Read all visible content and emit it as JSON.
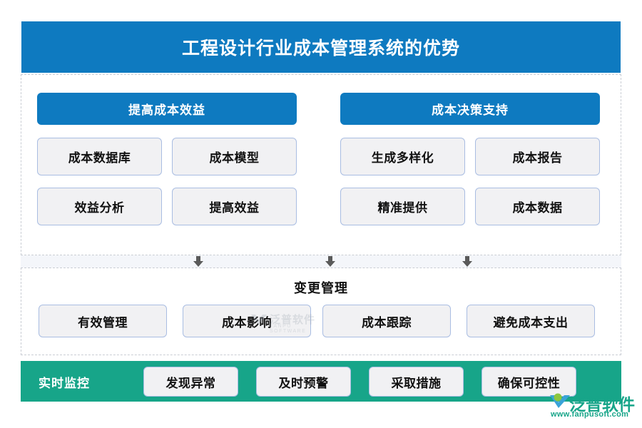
{
  "header": {
    "title": "工程设计行业成本管理系统的优势",
    "bg_color": "#0e7ac0",
    "text_color": "#ffffff"
  },
  "top_section": {
    "columns": [
      {
        "header": "提高成本效益",
        "cards": [
          "成本数据库",
          "成本模型",
          "效益分析",
          "提高效益"
        ]
      },
      {
        "header": "成本决策支持",
        "cards": [
          "生成多样化",
          "成本报告",
          "精准提供",
          "成本数据"
        ]
      }
    ]
  },
  "connector": {
    "arrow_icon": "arrow-down-icon",
    "count": 3,
    "color": "#5a5a5a"
  },
  "middle_section": {
    "title": "变更管理",
    "cards": [
      "有效管理",
      "成本影响",
      "成本跟踪",
      "避免成本支出"
    ]
  },
  "bottom_section": {
    "label": "实时监控",
    "bg_color": "#17a589",
    "cards": [
      "发现异常",
      "及时预警",
      "采取措施",
      "确保可控性"
    ]
  },
  "watermark": {
    "center_zh": "泛普软件",
    "center_en": "FANPU SOFTWARE",
    "logo_zh": "泛普软件",
    "logo_url": "www.fanpusoft.com",
    "logo_color": "#17a589"
  },
  "theme": {
    "card_bg": "#f1f1f3",
    "card_border": "#a9bde2",
    "dashed_border": "#c9cdd4"
  }
}
